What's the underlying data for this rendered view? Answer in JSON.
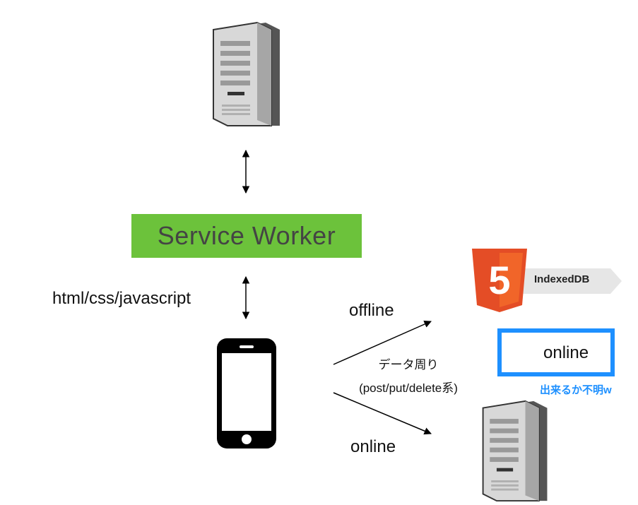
{
  "service_worker": {
    "label": "Service Worker",
    "color": "#6cc23b"
  },
  "labels": {
    "html_css_js": "html/css/javascript",
    "offline": "offline",
    "online_bottom": "online",
    "data_ops_line1": "データ周り",
    "data_ops_line2": "(post/put/delete系)"
  },
  "indexeddb": {
    "label": "IndexedDB",
    "logo_number": "5"
  },
  "online_box": {
    "label": "online",
    "border_color": "#1e90ff"
  },
  "note": {
    "text": "出来るか不明w",
    "color": "#1e90ff"
  },
  "icons": {
    "top_server": "server-icon",
    "bottom_server": "server-icon",
    "phone": "smartphone-icon",
    "html5": "html5-logo-icon"
  }
}
